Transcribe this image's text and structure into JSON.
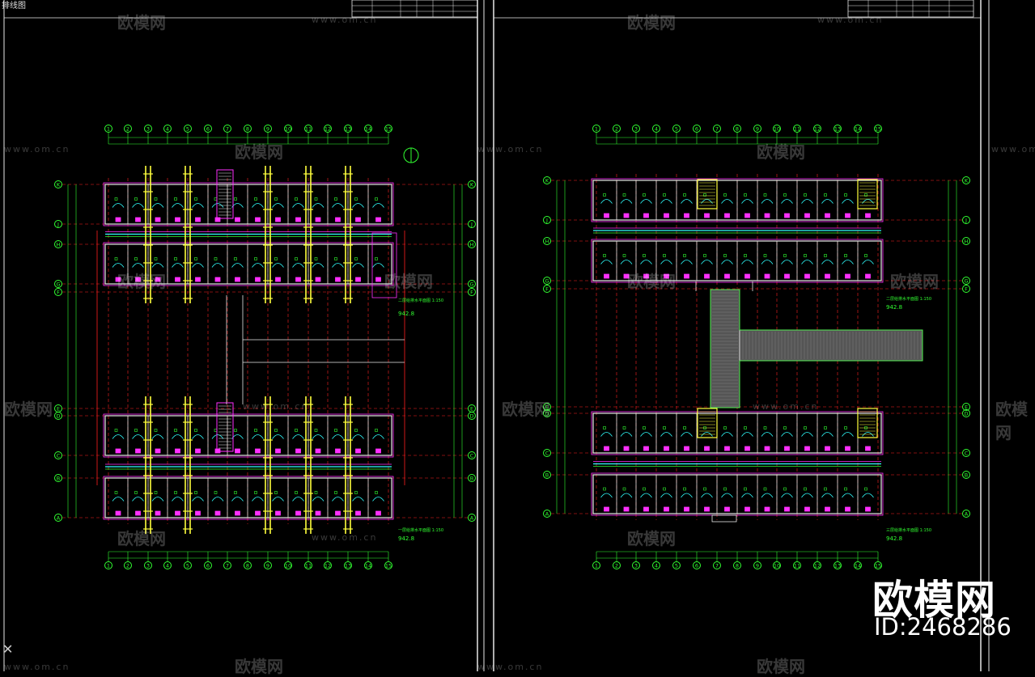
{
  "title_fragment": "排线图",
  "brand_text": "欧模网",
  "brand_id": "ID:2468286",
  "watermark_url": "www.om.cn",
  "plan_area_value": "942.8",
  "plan_scale": "1:150",
  "grid_col_labels": [
    "1",
    "2",
    "3",
    "4",
    "5",
    "6",
    "7",
    "8",
    "9",
    "10",
    "11",
    "12",
    "13",
    "14",
    "15"
  ],
  "left_row_labels": [
    "K",
    "J",
    "H",
    "G",
    "F",
    "E",
    "D",
    "C",
    "B",
    "A"
  ],
  "right_row_labels": [
    "K",
    "J",
    "H",
    "G",
    "F",
    "E",
    "D",
    "C",
    "B",
    "A"
  ],
  "colors": {
    "background": "#000000",
    "grid_green": "#31ff31",
    "axis_red": "#ff2020",
    "wall_white": "#e8e8e8",
    "pipe_yellow": "#ffff3c",
    "magenta": "#ff30ff",
    "cyan": "#30ffff"
  }
}
